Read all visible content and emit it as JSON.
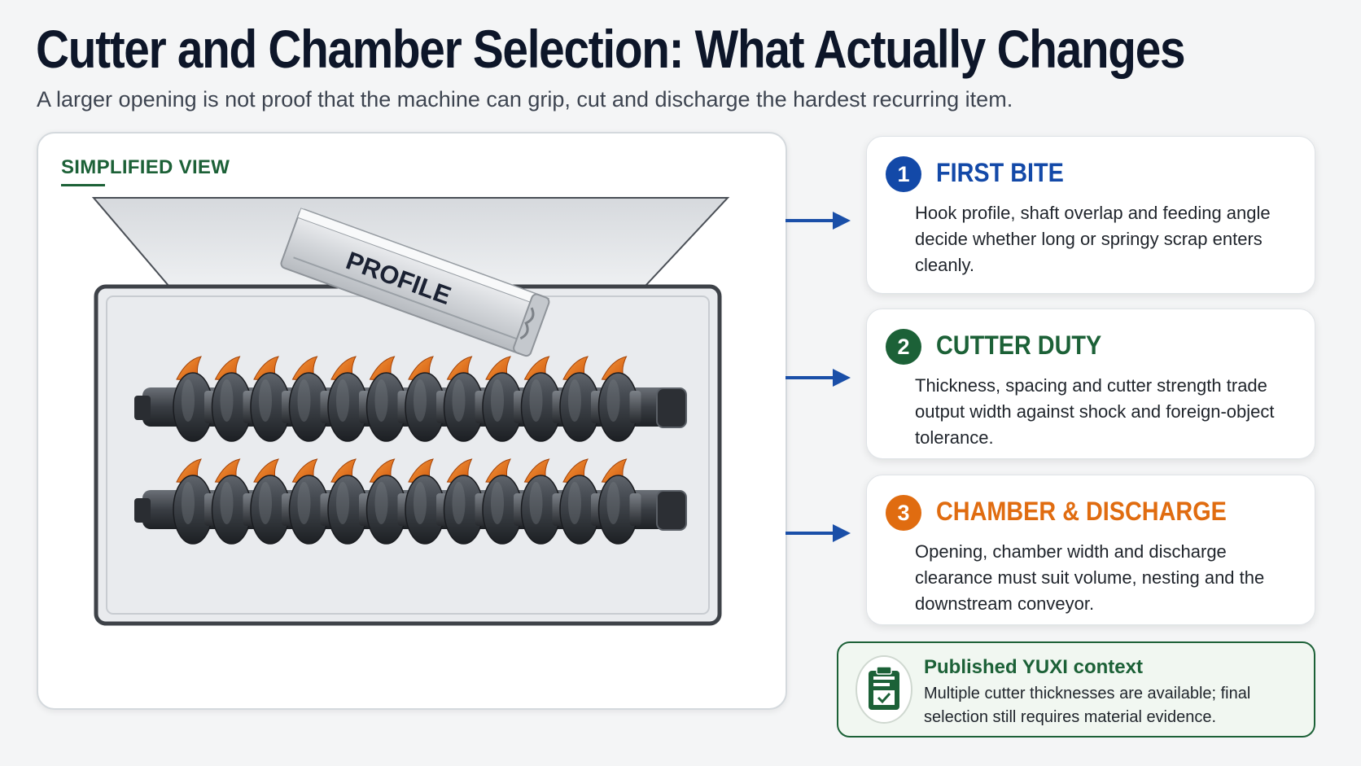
{
  "title": "Cutter and Chamber Selection: What Actually Changes",
  "subtitle": "A larger opening is not proof that the machine can grip, cut and discharge the hardest recurring item.",
  "diagram": {
    "section_label": "SIMPLIFIED VIEW",
    "profile_label": "PROFILE"
  },
  "cards": [
    {
      "number": "1",
      "title": "FIRST BITE",
      "body": "Hook profile, shaft overlap and feeding angle decide whether long or springy scrap enters cleanly.",
      "color": "#1349a8"
    },
    {
      "number": "2",
      "title": "CUTTER DUTY",
      "body": "Thickness, spacing and cutter strength trade output width against shock and foreign-object tolerance.",
      "color": "#1c6137"
    },
    {
      "number": "3",
      "title": "CHAMBER & DISCHARGE",
      "body": "Opening, chamber width and discharge clearance must suit volume, nesting and the downstream conveyor.",
      "color": "#e06c10"
    }
  ],
  "context": {
    "title": "Published YUXI context",
    "body": "Multiple cutter thicknesses are available; final selection still requires material evidence."
  },
  "colors": {
    "arrow": "#1a4fa8",
    "brand_green": "#1c6137",
    "tooth_orange": "#e8701a",
    "shaft_dark": "#3c4046"
  }
}
